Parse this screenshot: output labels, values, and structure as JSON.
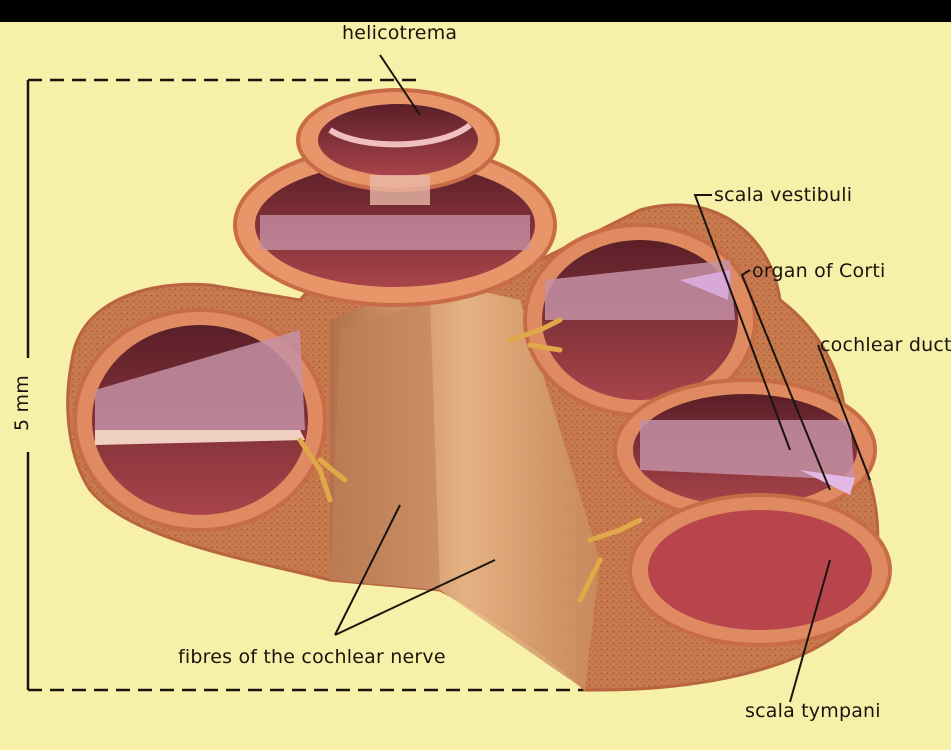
{
  "labels": {
    "helicotrema": "helicotrema",
    "scala_vestibuli": "scala vestibuli",
    "organ_of_corti": "organ of Corti",
    "cochlear_duct": "cochlear duct",
    "fibres": "fibres of the cochlear nerve",
    "scala_tympani": "scala tympani",
    "scale": "5 mm"
  },
  "colors": {
    "background": "#f7f0a8",
    "border": "#000000",
    "bone": "#d4865a",
    "rim": "#e8956a",
    "cavity": "#7a2a30",
    "membrane": "#c98aa0",
    "nerve": "#e0a848",
    "text": "#1a140e"
  }
}
